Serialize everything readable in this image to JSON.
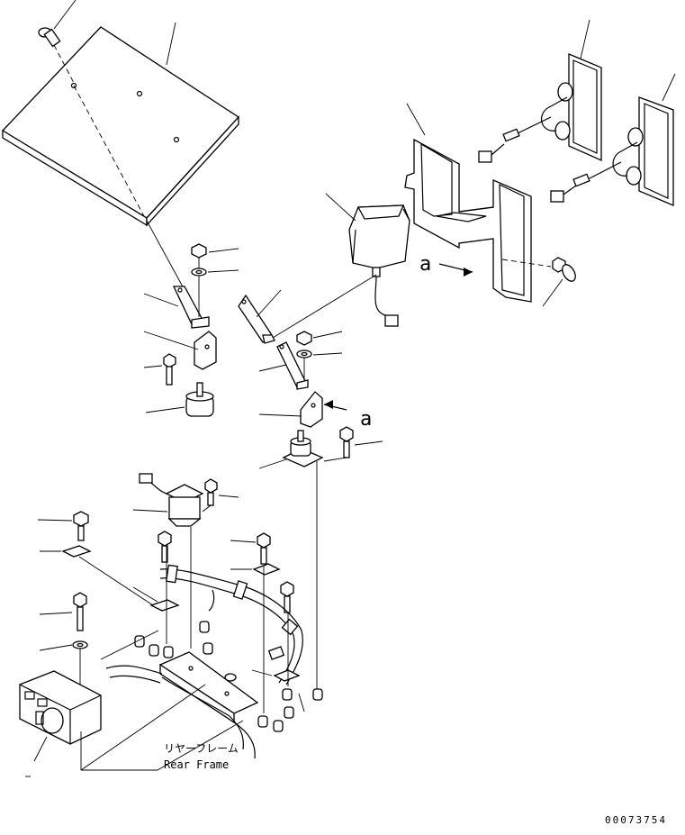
{
  "labels": {
    "view_marker_top": "a",
    "view_marker_mid": "a",
    "rear_frame_jp": "リヤーフレーム",
    "rear_frame_en": "Rear Frame",
    "figure_number": "00073754"
  },
  "colors": {
    "line": "#000000",
    "background": "#ffffff"
  }
}
